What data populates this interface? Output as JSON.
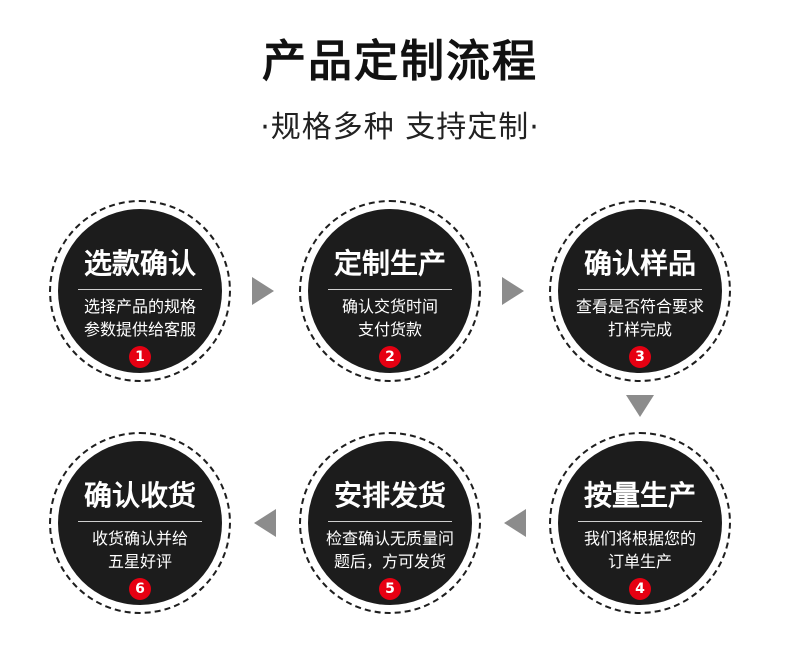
{
  "title": "产品定制流程",
  "subtitle": "·规格多种 支持定制·",
  "steps": [
    {
      "heading": "选款确认",
      "line1": "选择产品的规格",
      "line2": "参数提供给客服",
      "number": "1"
    },
    {
      "heading": "定制生产",
      "line1": "确认交货时间",
      "line2": "支付货款",
      "number": "2"
    },
    {
      "heading": "确认样品",
      "line1": "查看是否符合要求",
      "line2": "打样完成",
      "number": "3"
    },
    {
      "heading": "按量生产",
      "line1": "我们将根据您的",
      "line2": "订单生产",
      "number": "4"
    },
    {
      "heading": "安排发货",
      "line1": "检查确认无质量问",
      "line2": "题后，方可发货",
      "number": "5"
    },
    {
      "heading": "确认收货",
      "line1": "收货确认并给",
      "line2": "五星好评",
      "number": "6"
    }
  ],
  "icons": {
    "arrow": "triangle-arrow-icon"
  },
  "colors": {
    "circle": "#1c1c1c",
    "badge": "#e60012",
    "arrow": "#8c8c8c",
    "text": "#ffffff"
  }
}
